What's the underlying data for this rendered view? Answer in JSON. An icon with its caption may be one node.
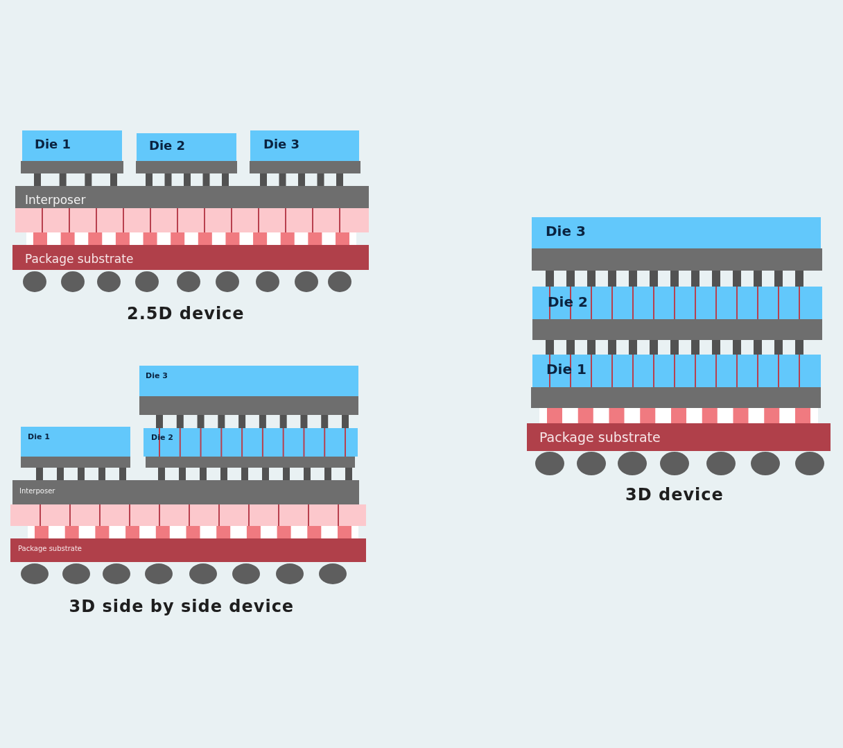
{
  "diagram": {
    "labels": [
      "Die 1",
      "Die 2",
      "Die 3",
      "Interposer",
      "Package substrate",
      "2.5D device",
      "Die 3",
      "Die 2",
      "Die 1",
      "Package substrate",
      "3D device",
      "Die 3",
      "Die 1",
      "Die 2",
      "Interposer",
      "Package substrate",
      "3D side by side device"
    ]
  }
}
